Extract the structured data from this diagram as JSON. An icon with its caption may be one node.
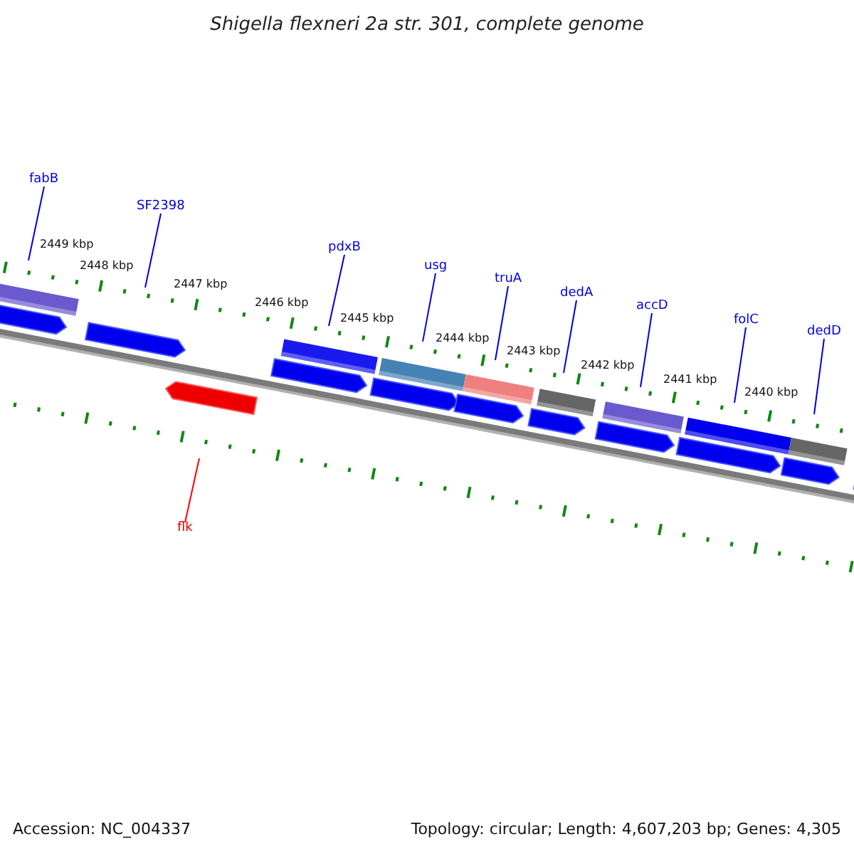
{
  "diagram": {
    "title": "Shigella flexneri 2a str. 301, complete genome",
    "nodes": [
      {
        "text": [
          "fabB"
        ]
      },
      {
        "text": [
          "SF2398"
        ]
      },
      {
        "text": [
          "pdxB"
        ]
      },
      {
        "text": [
          "usg"
        ]
      },
      {
        "text": [
          "truA"
        ]
      },
      {
        "text": [
          "dedA"
        ]
      },
      {
        "text": [
          "accD"
        ]
      },
      {
        "text": [
          "folC"
        ]
      },
      {
        "text": [
          "dedD"
        ]
      },
      {
        "text": [
          "flk"
        ]
      }
    ],
    "edges": [
      {
        "from": 0,
        "to": null,
        "arrow": "none"
      },
      {
        "from": 1,
        "to": null,
        "arrow": "none"
      },
      {
        "from": 2,
        "to": null,
        "arrow": "none"
      },
      {
        "from": 3,
        "to": null,
        "arrow": "none"
      },
      {
        "from": 4,
        "to": null,
        "arrow": "none"
      },
      {
        "from": 5,
        "to": null,
        "arrow": "none"
      },
      {
        "from": 6,
        "to": null,
        "arrow": "none"
      },
      {
        "from": 7,
        "to": null,
        "arrow": "none"
      },
      {
        "from": 8,
        "to": null,
        "arrow": "none"
      },
      {
        "from": 9,
        "to": null,
        "arrow": "none",
        "color": "#ff0000"
      }
    ],
    "labels": [
      "2449 kbp",
      "2448 kbp",
      "2447 kbp",
      "2446 kbp",
      "2445 kbp",
      "2444 kbp",
      "2443 kbp",
      "2442 kbp",
      "2441 kbp",
      "2440 kbp",
      "Accession: NC_004337",
      "Topology: circular; Length: 4,607,203 bp; Genes: 4,305"
    ]
  }
}
